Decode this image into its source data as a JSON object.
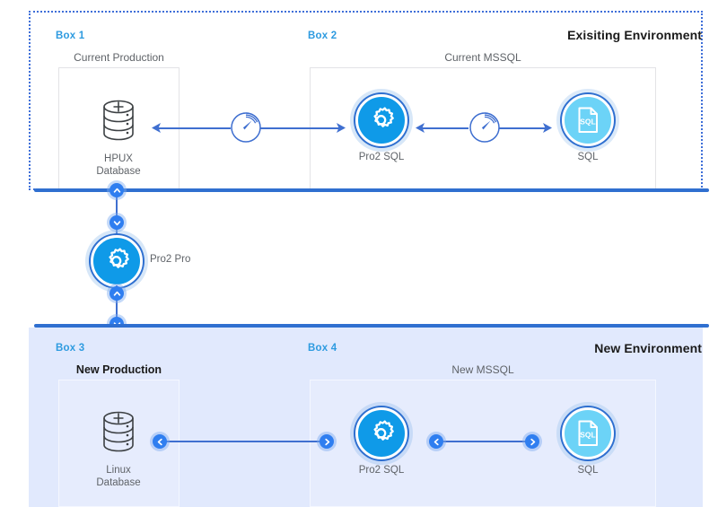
{
  "diagram": {
    "title_existing": "Exisiting Environment",
    "title_new": "New Environment",
    "colors": {
      "accent_blue": "#2f6fd0",
      "box_label_blue": "#2e9be0",
      "gear_blue": "#0f9ae8",
      "sql_cyan": "#6cd3f7",
      "new_env_bg": "#e1e9fd",
      "caption_gray": "#5f6368"
    }
  },
  "existing": {
    "box1": {
      "label": "Box 1",
      "group_title": "Current Production",
      "node": {
        "caption_line1": "HPUX",
        "caption_line2": "Database",
        "icon": "database-cylinder-icon"
      }
    },
    "box2": {
      "label": "Box 2",
      "group_title": "Current MSSQL",
      "node_left": {
        "caption": "Pro2 SQL",
        "icon": "gear-icon"
      },
      "node_right": {
        "caption": "SQL",
        "icon": "sql-document-icon"
      }
    },
    "connector_left": {
      "icon": "gauge-icon",
      "direction": "bidirectional"
    },
    "connector_right": {
      "icon": "gauge-icon",
      "direction": "bidirectional"
    }
  },
  "middle": {
    "node": {
      "caption": "Pro2 Pro",
      "icon": "gear-icon"
    },
    "connector_up": {
      "icon": "chevron-up-icon"
    },
    "connector_down": {
      "icon": "chevron-down-icon"
    }
  },
  "new": {
    "box3": {
      "label": "Box 3",
      "group_title": "New Production",
      "node": {
        "caption_line1": "Linux",
        "caption_line2": "Database",
        "icon": "database-cylinder-icon"
      }
    },
    "box4": {
      "label": "Box 4",
      "group_title": "New MSSQL",
      "node_left": {
        "caption": "Pro2 SQL",
        "icon": "gear-icon"
      },
      "node_right": {
        "caption": "SQL",
        "icon": "sql-document-icon"
      }
    },
    "connector_left_start": {
      "icon": "chevron-left-icon"
    },
    "connector_left_end": {
      "icon": "chevron-right-icon"
    },
    "connector_right_start": {
      "icon": "chevron-left-icon"
    },
    "connector_right_end": {
      "icon": "chevron-right-icon"
    }
  },
  "sql_glyph": "SQL"
}
